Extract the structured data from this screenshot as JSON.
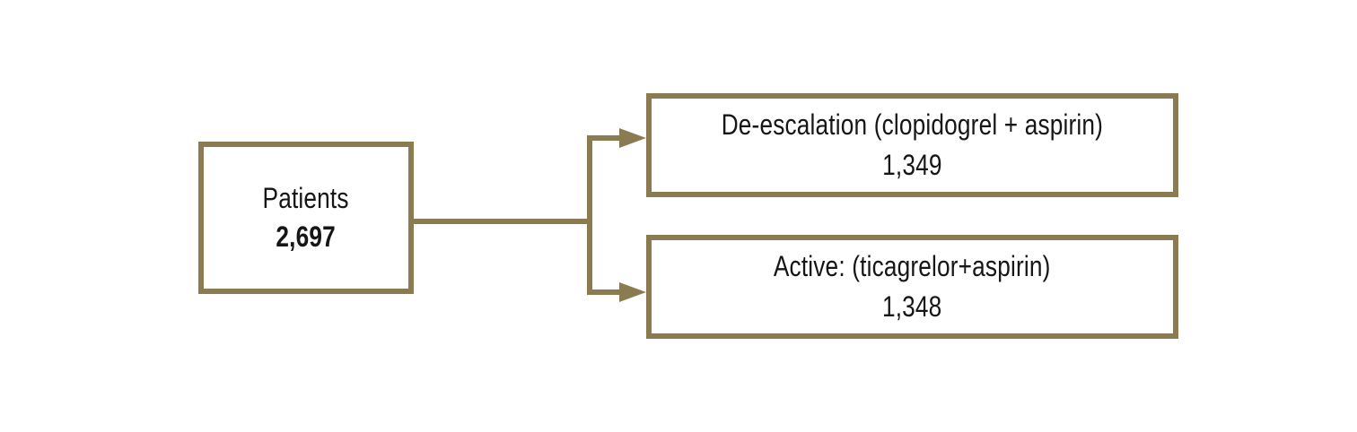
{
  "colors": {
    "line": "#8b7b50",
    "text": "#161616",
    "background": "#ffffff"
  },
  "diagram": {
    "type": "flowchart",
    "root": {
      "label": "Patients",
      "value": "2,697"
    },
    "branches": [
      {
        "label": "De-escalation (clopidogrel + aspirin)",
        "value": "1,349"
      },
      {
        "label": "Active: (ticagrelor+aspirin)",
        "value": "1,348"
      }
    ]
  }
}
